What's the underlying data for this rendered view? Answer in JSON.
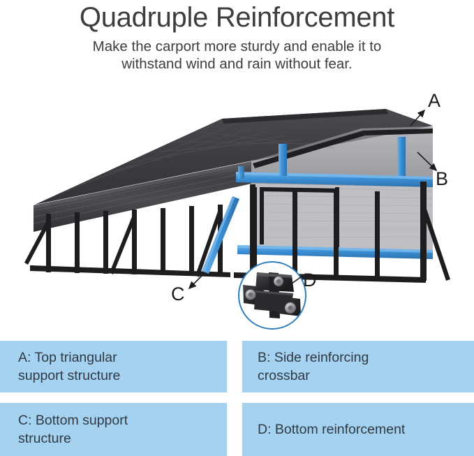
{
  "header": {
    "title": "Quadruple Reinforcement",
    "subtitle_line1": "Make the carport more sturdy and enable it to",
    "subtitle_line2": "withstand wind and rain without fear."
  },
  "illustration": {
    "alt": "Dark grey metal carport with blue highlighted reinforcement parts",
    "callouts": [
      {
        "key": "A",
        "label": "A"
      },
      {
        "key": "B",
        "label": "B"
      },
      {
        "key": "C",
        "label": "C"
      },
      {
        "key": "D",
        "label": "D"
      }
    ],
    "colors": {
      "frame_dark": "#1f1f22",
      "roof_dark": "#3b3b3f",
      "roof_mid": "#56565b",
      "roof_light": "#8e8e93",
      "highlight_blue": "#3b8fd4",
      "highlight_blue_light": "#5aa7e2",
      "detail_ring": "#2f7fc0",
      "callout_text": "#1c1c1c"
    }
  },
  "legend": {
    "box_color": "#a5d2f0",
    "items": [
      {
        "key": "A",
        "text": "A: Top triangular\n    support structure"
      },
      {
        "key": "B",
        "text": "B: Side reinforcing\n     crossbar"
      },
      {
        "key": "C",
        "text": "C: Bottom support\n     structure"
      },
      {
        "key": "D",
        "text": "D: Bottom reinforcement"
      }
    ]
  }
}
